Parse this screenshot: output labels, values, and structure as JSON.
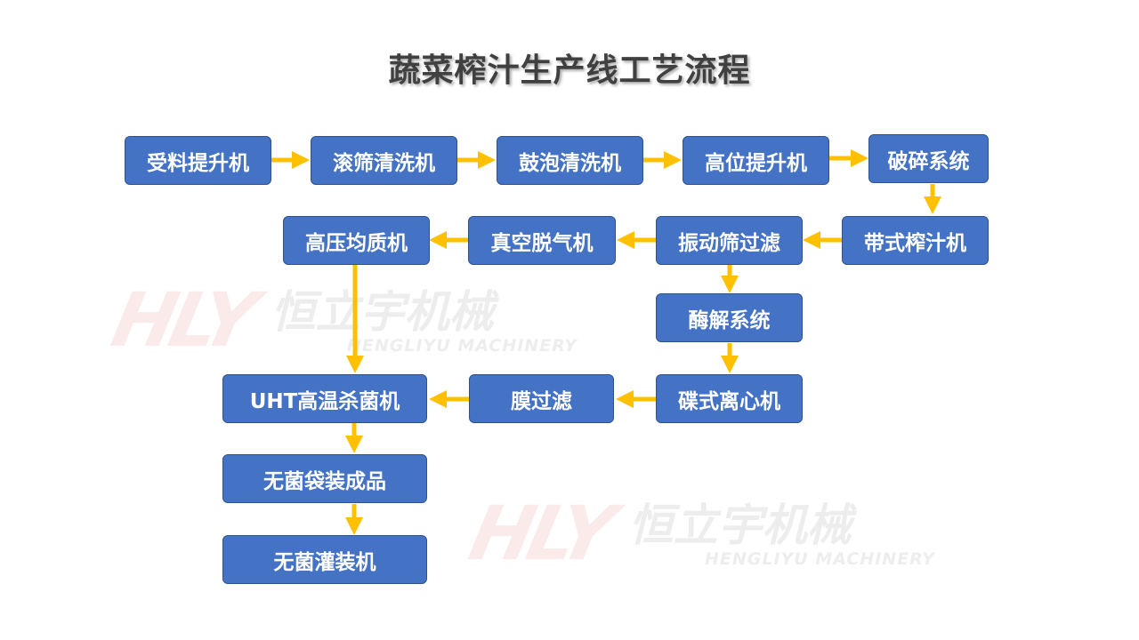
{
  "title": "蔬菜榨汁生产线工艺流程",
  "watermark": {
    "logo": "HLY",
    "brand_cn": "恒立宇机械",
    "brand_en": "HENGLIYU MACHINERY"
  },
  "colors": {
    "box_fill": "#4472c4",
    "box_border": "#2f528f",
    "arrow": "#ffc000",
    "title": "#404040"
  },
  "steps": {
    "receiving_elevator": "受料提升机",
    "drum_screen_washer": "滚筛清洗机",
    "bubble_washer": "鼓泡清洗机",
    "high_elevator": "高位提升机",
    "crushing_system": "破碎系统",
    "belt_juicer": "带式榨汁机",
    "vibrating_screen_filter": "振动筛过滤",
    "vacuum_degasser": "真空脱气机",
    "high_pressure_homogenizer": "高压均质机",
    "enzymolysis_system": "酶解系统",
    "disc_centrifuge": "碟式离心机",
    "membrane_filter": "膜过滤",
    "uht_sterilizer": "UHT高温杀菌机",
    "aseptic_bag_product": "无菌袋装成品",
    "aseptic_filler": "无菌灌装机"
  }
}
